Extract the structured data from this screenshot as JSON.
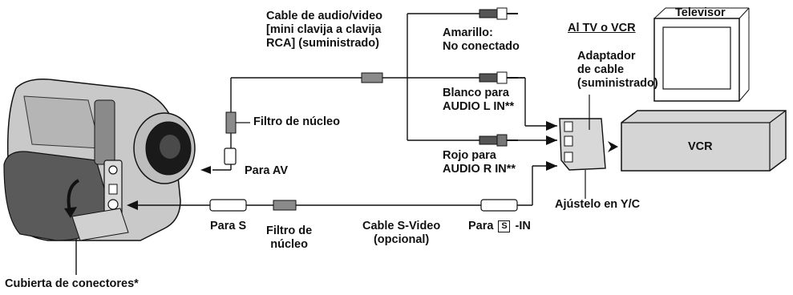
{
  "labels": {
    "cable_av": [
      "Cable de audio/video",
      "[mini clavija a clavija",
      "RCA] (suministrado)"
    ],
    "amarillo": [
      "Amarillo:",
      "No conectado"
    ],
    "blanco": [
      "Blanco para",
      "AUDIO L IN**"
    ],
    "rojo": [
      "Rojo para",
      "AUDIO R IN**"
    ],
    "al_tv": "Al TV o VCR",
    "adaptador": [
      "Adaptador",
      "de cable",
      "(suministrado)"
    ],
    "televisor": "Televisor",
    "vcr": "VCR",
    "filtro_nucleo_1": "Filtro de núcleo",
    "para_av": "Para AV",
    "para_s": "Para S",
    "filtro_nucleo_2": [
      "Filtro de",
      "núcleo"
    ],
    "cable_svideo": [
      "Cable S-Video",
      "(opcional)"
    ],
    "para_s_in_prefix": "Para",
    "s_symbol": "S",
    "para_s_in_suffix": "-IN",
    "ajustelo": "Ajústelo en Y/C",
    "cubierta": "Cubierta de conectores*"
  },
  "colors": {
    "line": "#111111",
    "filter": "#8a8a8a",
    "camera_body": "#c9c9c9",
    "camera_dark": "#5a5a5a"
  }
}
